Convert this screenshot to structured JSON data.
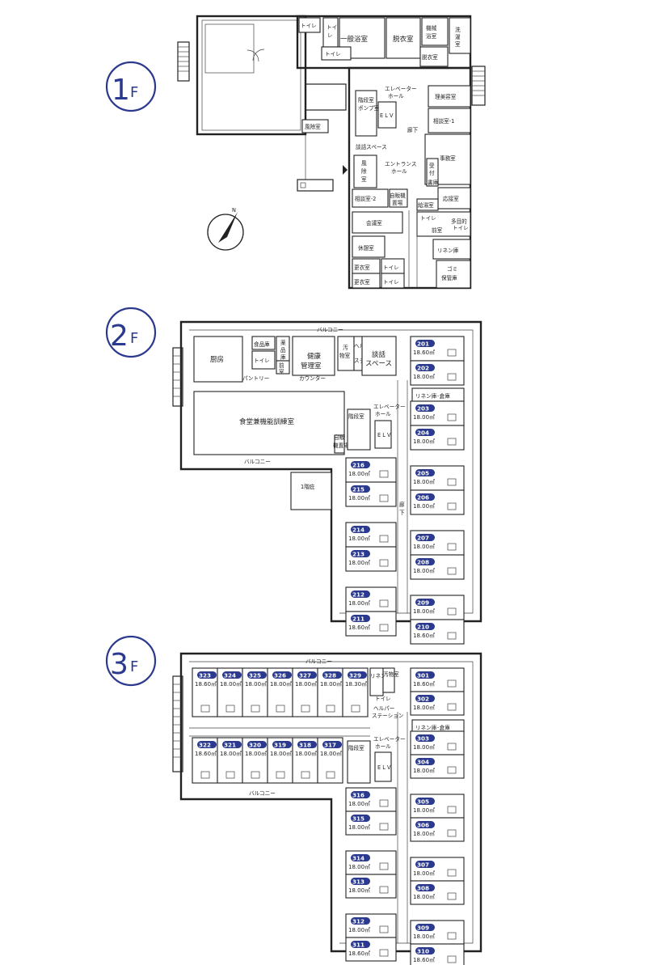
{
  "floors": {
    "f1": {
      "label_num": "1",
      "label_f": "F",
      "rooms": {
        "toilet_top": "トイレ",
        "toilet_a": "トイ",
        "toilet_b": "レ",
        "general_bath": "一般浴室",
        "undress_1": "脱衣室",
        "machine_bath_1": "機械",
        "machine_bath_2": "浴室",
        "undress_2": "脱衣室",
        "laundry_1": "洗",
        "laundry_2": "濯",
        "laundry_3": "室",
        "toilet_2": "トイレ",
        "elevator_hall_1": "エレベーター",
        "elevator_hall_2": "ホール",
        "beauty": "理美容室",
        "stairs_1": "階段室",
        "pump_1": "ポンプ室",
        "elv": "E L V",
        "corridor": "廊下",
        "consult_1": "相談室-1",
        "lounge": "談話スペース",
        "windbreak_top": "風除室",
        "windbreak_1": "風",
        "windbreak_2": "除",
        "windbreak_3": "室",
        "entrance_1": "エントランス",
        "entrance_2": "ホール",
        "office": "事務室",
        "reception_1": "受",
        "reception_2": "付",
        "reception_3": "書庫",
        "consult_2": "相談室-2",
        "vending_1": "自販機",
        "vending_2": "置場",
        "salon": "応接室",
        "kyuto": "給湯室",
        "meeting": "会議室",
        "front": "前室",
        "toilet_3": "トイレ",
        "toilet_4": "多目的",
        "toilet_5": "トイレ",
        "rest": "休憩室",
        "linen": "リネン庫",
        "locker_1": "更衣室",
        "locker_2": "更衣室",
        "toilet_6": "トイレ",
        "toilet_7": "トイレ",
        "garbage_1": "ゴミ",
        "garbage_2": "保管庫"
      },
      "compass_n": "N"
    },
    "f2": {
      "label_num": "2",
      "label_f": "F",
      "balcony_top": "バルコニー",
      "balcony_bottom": "バルコニー",
      "rooms": {
        "kitchen": "厨房",
        "food_store": "食品庫",
        "pharmacy_1": "薬",
        "pharmacy_2": "品",
        "pharmacy_3": "庫",
        "toilet": "トイレ",
        "front": "前",
        "front_2": "室",
        "pantry": "パントリー",
        "health_1": "健康",
        "health_2": "管理室",
        "counter": "カウンター",
        "soiled_1": "汚",
        "soiled_2": "物室",
        "helper_1": "ヘルパー",
        "helper_2": "ステーション",
        "lounge_1": "談話",
        "lounge_2": "スペース",
        "dining": "食堂兼機能訓練室",
        "stairs": "階段室",
        "elevator_hall_1": "エレベーター",
        "elevator_hall_2": "ホール",
        "elv": "E L V",
        "vending_1": "自販",
        "vending_2": "機置場",
        "linen": "リネン庫･倉庫",
        "corridor_1": "廊",
        "corridor_2": "下",
        "roof": "1階庇"
      },
      "left_rooms": [
        {
          "no": "216",
          "area": "18.00㎡"
        },
        {
          "no": "215",
          "area": "18.00㎡"
        },
        {
          "no": "214",
          "area": "18.00㎡"
        },
        {
          "no": "213",
          "area": "18.00㎡"
        },
        {
          "no": "212",
          "area": "18.00㎡"
        },
        {
          "no": "211",
          "area": "18.60㎡"
        }
      ],
      "right_rooms": [
        {
          "no": "201",
          "area": "18.60㎡"
        },
        {
          "no": "202",
          "area": "18.00㎡"
        },
        {
          "no": "203",
          "area": "18.00㎡"
        },
        {
          "no": "204",
          "area": "18.00㎡"
        },
        {
          "no": "205",
          "area": "18.00㎡"
        },
        {
          "no": "206",
          "area": "18.00㎡"
        },
        {
          "no": "207",
          "area": "18.00㎡"
        },
        {
          "no": "208",
          "area": "18.00㎡"
        },
        {
          "no": "209",
          "area": "18.00㎡"
        },
        {
          "no": "210",
          "area": "18.60㎡"
        }
      ]
    },
    "f3": {
      "label_num": "3",
      "label_f": "F",
      "balcony_top": "バルコニー",
      "balcony_bottom": "バルコニー",
      "rooms": {
        "linen_1": "リネン庫",
        "soiled_1": "汚物室",
        "toilet": "トイレ",
        "helper_1": "ヘルパー",
        "helper_2": "ステーション",
        "linen_store": "リネン庫･倉庫",
        "elevator_hall_1": "エレベーター",
        "elevator_hall_2": "ホール",
        "stairs": "階段室",
        "elv": "E L V"
      },
      "top_row": [
        {
          "no": "323",
          "area": "18.60㎡"
        },
        {
          "no": "324",
          "area": "18.00㎡"
        },
        {
          "no": "325",
          "area": "18.00㎡"
        },
        {
          "no": "326",
          "area": "18.00㎡"
        },
        {
          "no": "327",
          "area": "18.00㎡"
        },
        {
          "no": "328",
          "area": "18.00㎡"
        },
        {
          "no": "329",
          "area": "18.30㎡"
        }
      ],
      "bottom_row": [
        {
          "no": "322",
          "area": "18.60㎡"
        },
        {
          "no": "321",
          "area": "18.00㎡"
        },
        {
          "no": "320",
          "area": "18.00㎡"
        },
        {
          "no": "319",
          "area": "18.00㎡"
        },
        {
          "no": "318",
          "area": "18.00㎡"
        },
        {
          "no": "317",
          "area": "18.00㎡"
        }
      ],
      "left_rooms": [
        {
          "no": "316",
          "area": "18.00㎡"
        },
        {
          "no": "315",
          "area": "18.00㎡"
        },
        {
          "no": "314",
          "area": "18.00㎡"
        },
        {
          "no": "313",
          "area": "18.00㎡"
        },
        {
          "no": "312",
          "area": "18.00㎡"
        },
        {
          "no": "311",
          "area": "18.60㎡"
        }
      ],
      "right_rooms": [
        {
          "no": "301",
          "area": "18.60㎡"
        },
        {
          "no": "302",
          "area": "18.00㎡"
        },
        {
          "no": "303",
          "area": "18.00㎡"
        },
        {
          "no": "304",
          "area": "18.00㎡"
        },
        {
          "no": "305",
          "area": "18.00㎡"
        },
        {
          "no": "306",
          "area": "18.00㎡"
        },
        {
          "no": "307",
          "area": "18.00㎡"
        },
        {
          "no": "308",
          "area": "18.00㎡"
        },
        {
          "no": "309",
          "area": "18.00㎡"
        },
        {
          "no": "310",
          "area": "18.60㎡"
        }
      ]
    }
  },
  "colors": {
    "badge": "#2b3a8e",
    "line": "#222222"
  }
}
